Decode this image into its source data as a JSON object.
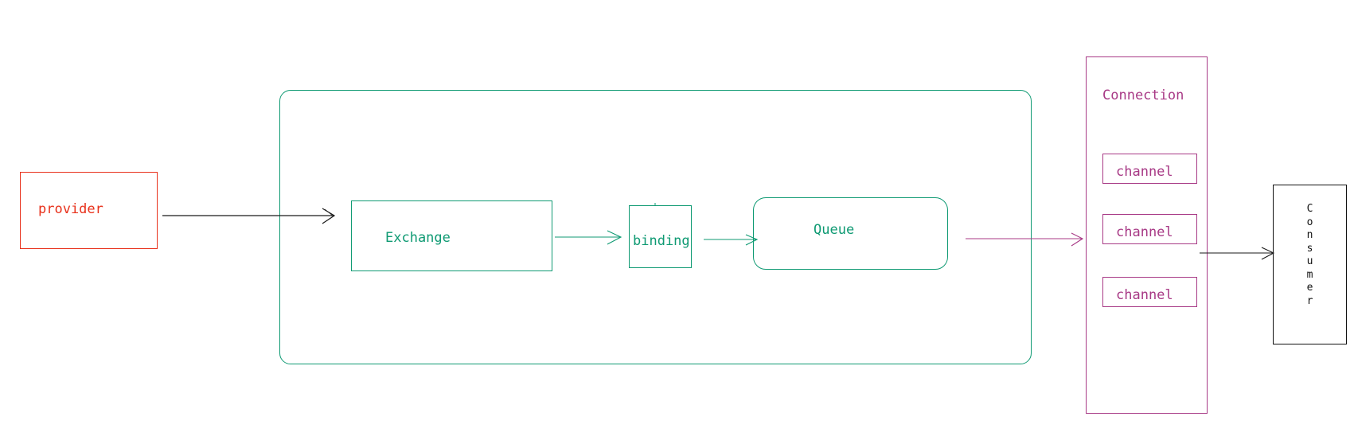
{
  "colors": {
    "provider": "#e8311b",
    "broker": "#0f9a73",
    "connection": "#a83a86",
    "consumer": "#111111",
    "arrow_dark": "#1a1a1a"
  },
  "nodes": {
    "provider": "provider",
    "exchange": "Exchange",
    "binding": "binding",
    "queue": "Queue",
    "connection": "Connection",
    "channels": [
      "channel",
      "channel",
      "channel"
    ],
    "consumer": "Consumer"
  }
}
